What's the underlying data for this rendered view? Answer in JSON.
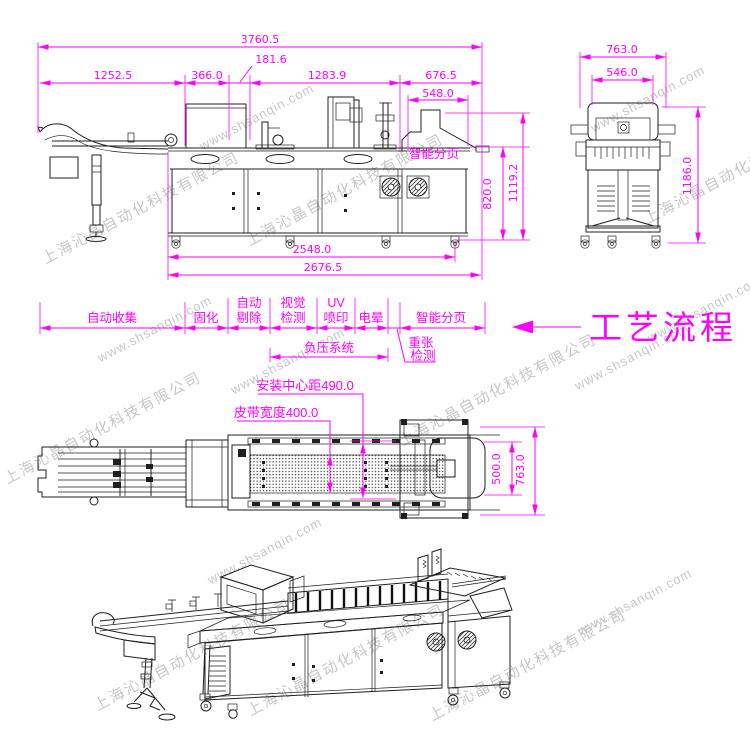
{
  "watermark": {
    "company": "上海沁晶自动化科技有限公司",
    "url": "www.shsanqin.com"
  },
  "colors": {
    "dimension": "#ff00ff",
    "line": "#1f1f1f",
    "watermark": "#c7c7c7"
  },
  "front_view": {
    "hood_label": "智能分页",
    "dims": {
      "total_width": "3760.5",
      "seg_collect": "1252.5",
      "seg_cure": "366.0",
      "seg_gap": "181.6",
      "seg_print": "1283.9",
      "seg_feeder": "676.5",
      "seg_inner": "548.0",
      "table_height": "820.0",
      "overall_height": "1119.2",
      "base_span": "2548.0",
      "base_total": "2676.5"
    }
  },
  "side_view": {
    "dims": {
      "overall_width": "763.0",
      "inner_width": "546.0",
      "overall_height": "1186.0"
    }
  },
  "process_flow": {
    "title": "工艺流程",
    "stages": [
      {
        "label": "自动收集"
      },
      {
        "label": "固化"
      },
      {
        "line1": "自动",
        "line2": "剔除"
      },
      {
        "line1": "视觉",
        "line2": "检测"
      },
      {
        "line1": "UV",
        "line2": "喷印"
      },
      {
        "label": "电晕"
      },
      {
        "label": "智能分页"
      }
    ],
    "vacuum_label": "负压系统",
    "double_sheet": {
      "line1": "重张",
      "line2": "检测"
    }
  },
  "top_view": {
    "center_distance_label": "安装中心距490.0",
    "belt_width_label": "皮带宽度400.0",
    "dims": {
      "inner_width": "500.0",
      "outer_width": "763.0"
    }
  }
}
